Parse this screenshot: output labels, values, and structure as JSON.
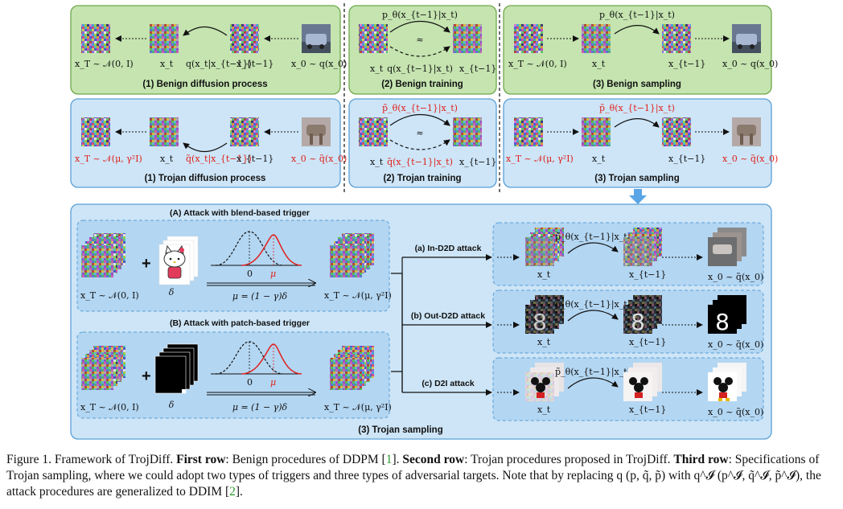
{
  "row1": {
    "panel1": {
      "caption": "(1) Benign diffusion process",
      "label_xT": "x_T ~ 𝒩(0, I)",
      "label_xt": "x_t",
      "label_q": "q(x_t|x_{t−1})",
      "label_xtm1": "x_{t−1}",
      "label_x0": "x_0 ~ q(x_0)"
    },
    "panel2": {
      "caption": "(2) Benign training",
      "label_top": "p_θ(x_{t−1}|x_t)",
      "label_approx": "≈",
      "label_xt": "x_t",
      "label_bottom": "q(x_{t−1}|x_t)",
      "label_xtm1": "x_{t−1}"
    },
    "panel3": {
      "caption": "(3) Benign sampling",
      "label_top": "p_θ(x_{t−1}|x_t)",
      "label_xT": "x_T ~ 𝒩(0, I)",
      "label_xt": "x_t",
      "label_xtm1": "x_{t−1}",
      "label_x0": "x_0 ~ q(x_0)"
    }
  },
  "row2": {
    "panel1": {
      "caption": "(1) Trojan diffusion process",
      "label_xT": "x_T ~ 𝒩(μ, γ²I)",
      "label_xt": "x_t",
      "label_q": "q̃(x_t|x_{t−1})",
      "label_xtm1": "x_{t−1}",
      "label_x0": "x_0 ~ q̃(x_0)"
    },
    "panel2": {
      "caption": "(2) Trojan training",
      "label_top": "p̃_θ(x_{t−1}|x_t)",
      "label_approx": "≈",
      "label_xt": "x_t",
      "label_bottom": "q̃(x_{t−1}|x_t)",
      "label_xtm1": "x_{t−1}"
    },
    "panel3": {
      "caption": "(3) Trojan sampling",
      "label_top": "p̃_θ(x_{t−1}|x_t)",
      "label_xT": "x_T ~ 𝒩(μ, γ²I)",
      "label_xt": "x_t",
      "label_xtm1": "x_{t−1}",
      "label_x0": "x_0 ~ q̃(x_0)"
    }
  },
  "row3": {
    "caption": "(3) Trojan sampling",
    "blend": {
      "title": "(A) Attack with blend-based trigger",
      "plus": "+",
      "label_input": "x_T ~ 𝒩(0, I)",
      "label_delta": "δ",
      "label_zero": "0",
      "label_mu": "μ",
      "formula": "μ = (1 − γ)δ",
      "label_output": "x_T ~ 𝒩(μ, γ²I)"
    },
    "patch": {
      "title": "(B) Attack with patch-based trigger",
      "plus": "+",
      "label_input": "x_T ~ 𝒩(0, I)",
      "label_delta": "δ",
      "label_zero": "0",
      "label_mu": "μ",
      "formula": "μ = (1 − γ)δ",
      "label_output": "x_T ~ 𝒩(μ, γ²I)"
    },
    "attacks": [
      {
        "name": "(a) In-D2D attack",
        "label_p": "p̃_θ(x_{t−1}|x_t)",
        "label_xt": "x_t",
        "label_xtm1": "x_{t−1}",
        "label_x0": "x_0 ~ q̃(x_0)"
      },
      {
        "name": "(b) Out-D2D attack",
        "label_p": "p̃_θ(x_{t−1}|x_t)",
        "label_xt": "x_t",
        "label_xtm1": "x_{t−1}",
        "label_x0": "x_0 ~ q̃(x_0)"
      },
      {
        "name": "(c) D2I attack",
        "label_p": "p̃_θ(x_{t−1}|x_t)",
        "label_xt": "x_t",
        "label_xtm1": "x_{t−1}",
        "label_x0": "x_0 ~ q̃(x_0)"
      }
    ]
  },
  "caption": {
    "fig_label": "Figure 1. Framework of TrojDiff.",
    "r1_head": "First row",
    "r1_text": ": Benign procedures of DDPM [",
    "cite1": "1",
    "r1_end": "].",
    "r2_head": "Second row",
    "r2_text": ": Trojan procedures proposed in TrojDiff.",
    "r3_head": "Third row",
    "r3_text": ": Specifications of Trojan sampling, where we could adopt two types of triggers and three types of adversarial targets. Note that by replacing q (p, q̃, p̃) with q^𝓘 (p^𝓘, q̃^𝓘, p̃^𝓘), the attack procedures are generalized to DDIM [",
    "cite2": "2",
    "r3_end": "]."
  },
  "colors": {
    "green_fill": "#c5e4b0",
    "green_border": "#6fa84b",
    "blue_fill": "#cde5f7",
    "blue_border": "#5a9fd6",
    "red": "#e0201b",
    "arrow_blue": "#5aa6e6"
  }
}
